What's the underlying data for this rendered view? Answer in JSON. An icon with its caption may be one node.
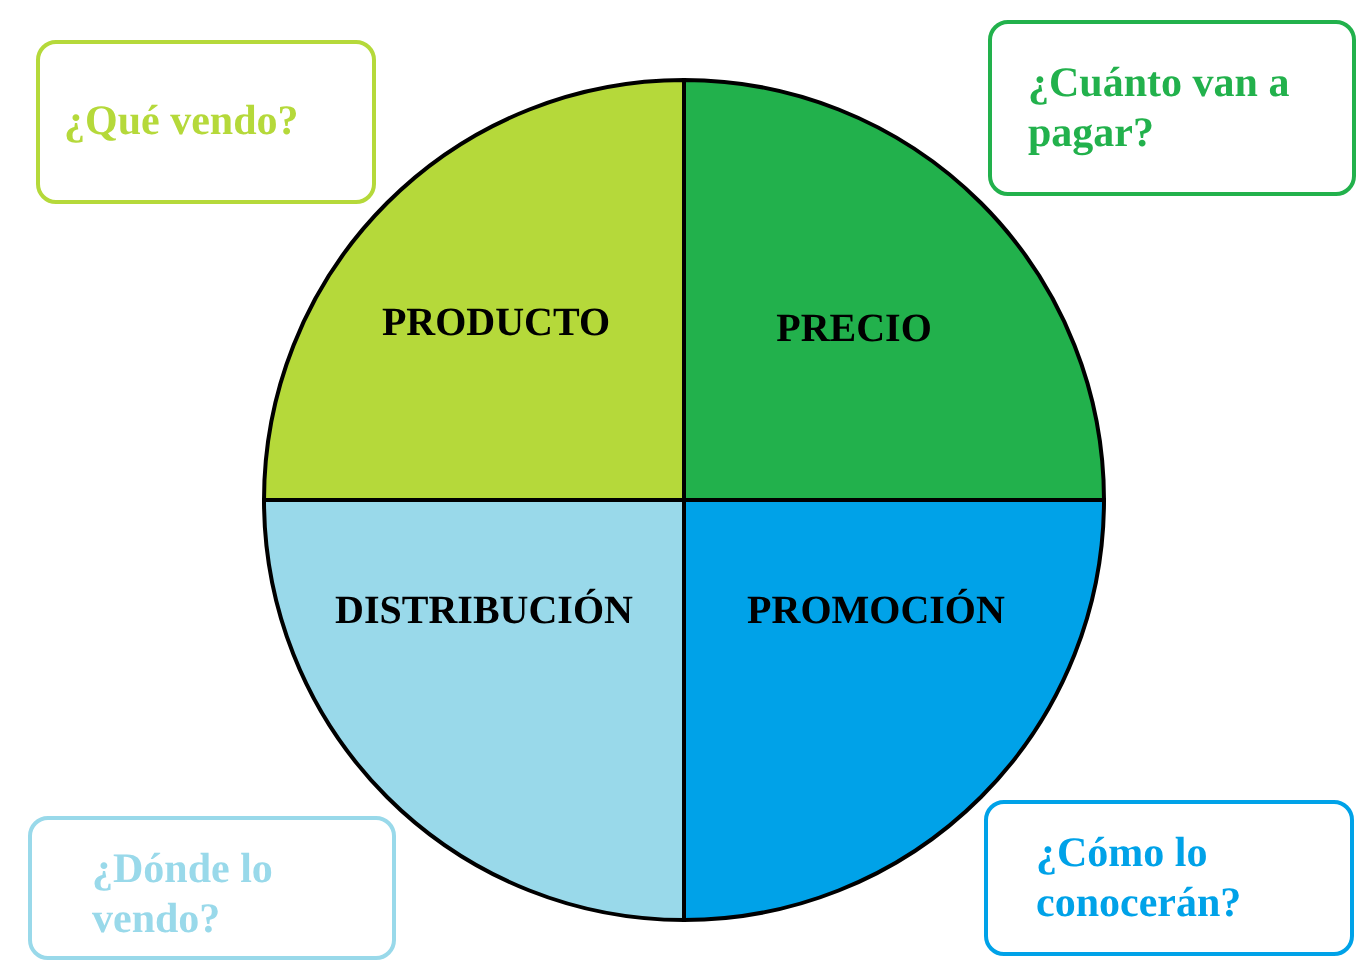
{
  "diagram": {
    "nodes": [
      {
        "text": [
          "¿Qué vendo?"
        ]
      },
      {
        "text": [
          "¿Cuánto van a pagar?"
        ]
      },
      {
        "text": [
          "PRODUCTO"
        ]
      },
      {
        "text": [
          "PRECIO"
        ]
      },
      {
        "text": [
          "DISTRIBUCIÓN"
        ]
      },
      {
        "text": [
          "PROMOCIÓN"
        ]
      },
      {
        "text": [
          "¿Dónde lo vendo?"
        ]
      },
      {
        "text": [
          "¿Cómo lo conocerán?"
        ]
      }
    ]
  }
}
